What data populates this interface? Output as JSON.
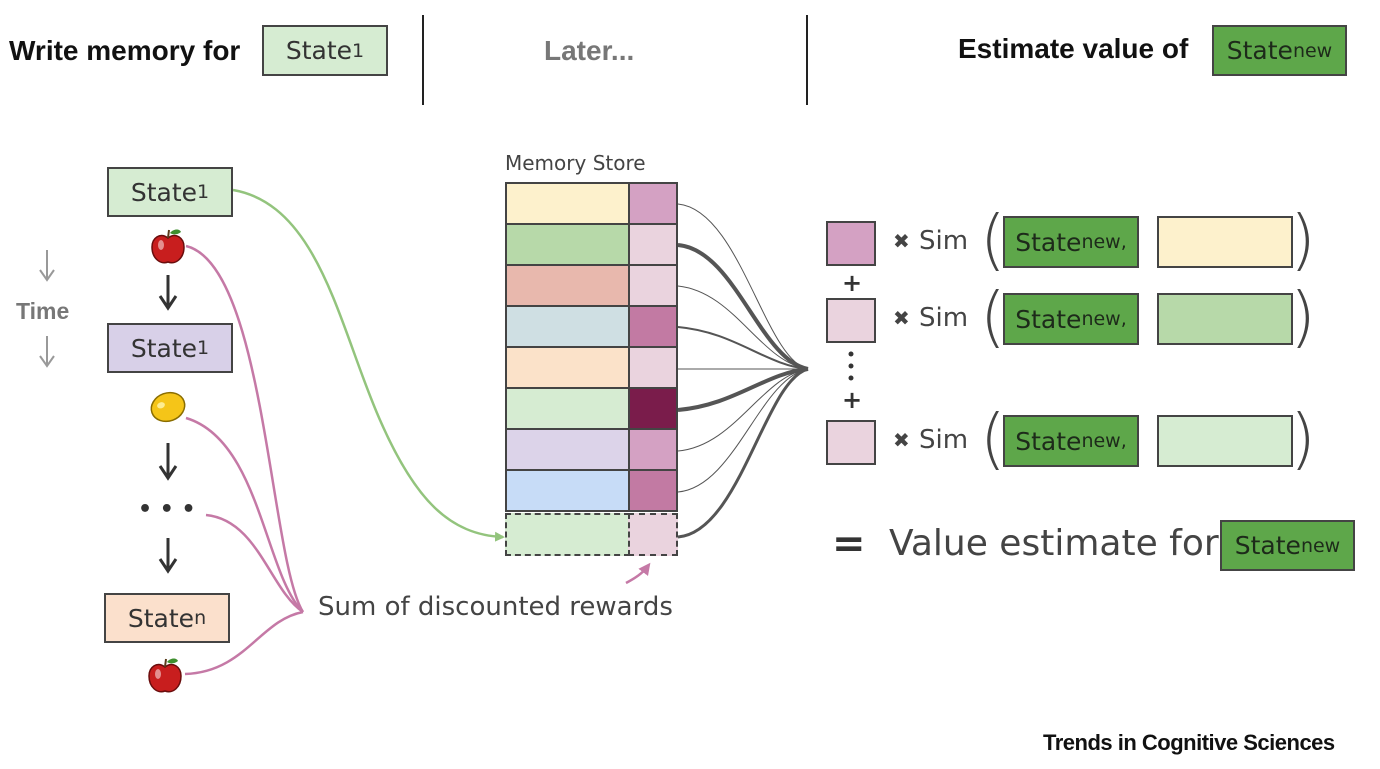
{
  "header": {
    "left_text": "Write memory for",
    "left_state": {
      "base": "State",
      "sub": "1"
    },
    "middle_text": "Later...",
    "right_text": "Estimate value of",
    "right_state": {
      "base": "State",
      "sub": "new"
    }
  },
  "timeline": {
    "time_label": "Time",
    "states": [
      {
        "base": "State",
        "sub": "1"
      },
      {
        "base": "State",
        "sub": "1"
      },
      {
        "base": "State",
        "sub": "n"
      }
    ],
    "ellipsis": "• • •",
    "rewards": [
      "apple",
      "lemon",
      "apple"
    ]
  },
  "memory": {
    "label": "Memory Store",
    "rows": [
      {
        "state_color": "#fdf1cc",
        "value_color": "#d4a1c3"
      },
      {
        "state_color": "#b7d9a9",
        "value_color": "#ead3de"
      },
      {
        "state_color": "#e8b8ad",
        "value_color": "#ead3de"
      },
      {
        "state_color": "#cfdfe3",
        "value_color": "#c27aa3"
      },
      {
        "state_color": "#fbe2c9",
        "value_color": "#ead3de"
      },
      {
        "state_color": "#d6ecd2",
        "value_color": "#7a1c4b"
      },
      {
        "state_color": "#dcd3e9",
        "value_color": "#d4a1c3"
      },
      {
        "state_color": "#c7dcf7",
        "value_color": "#c27aa3"
      },
      {
        "state_color": "#d6ecd2",
        "value_color": "#ead3de",
        "dashed": true
      }
    ]
  },
  "sum_label": "Sum of discounted rewards",
  "estimate": {
    "sim_label": "Sim",
    "state": {
      "base": "State",
      "sub": "new,"
    },
    "terms": [
      {
        "value_color": "#d4a1c3",
        "memory_color": "#fdf1cc"
      },
      {
        "value_color": "#ead3de",
        "memory_color": "#b7d9a9"
      },
      {
        "value_color": "#ead3de",
        "memory_color": "#d6ecd2"
      }
    ],
    "result_text": "Value estimate for",
    "result_state": {
      "base": "State",
      "sub": "new"
    }
  },
  "footer": "Trends in Cognitive Sciences",
  "colors": {
    "green_arrow": "#93c47d",
    "pink_curve": "#c579a6",
    "dark_green": "#5ea74a",
    "line_gray": "#555555"
  }
}
